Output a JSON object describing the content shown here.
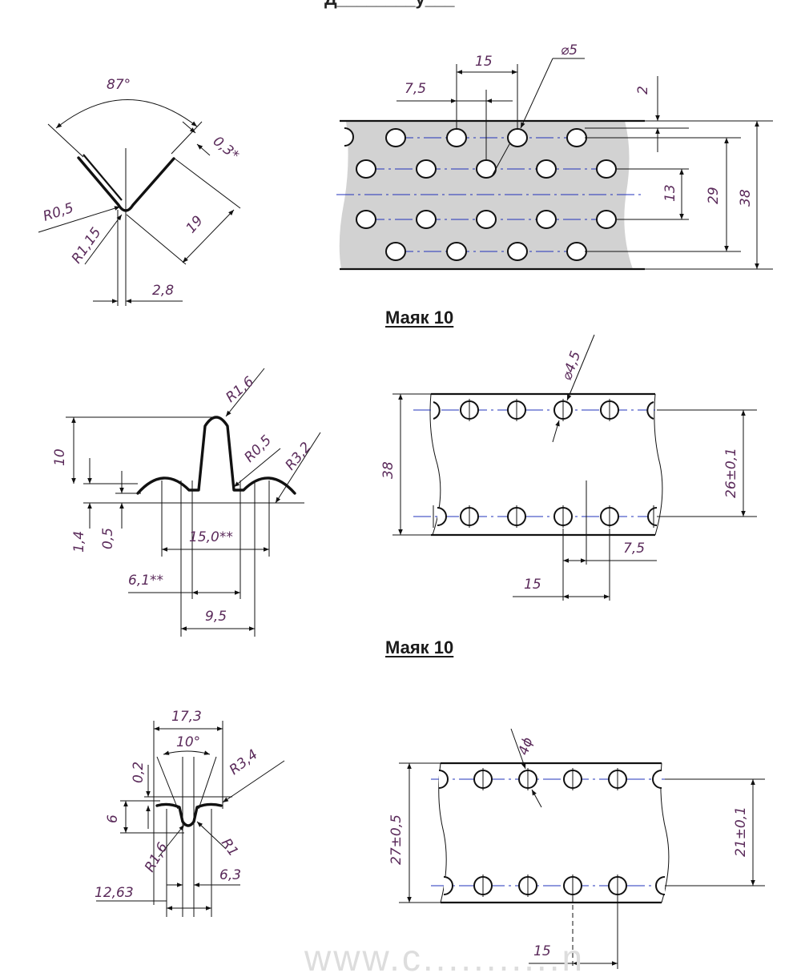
{
  "title_partial": "Д________у___",
  "headings": [
    "Маяк 10",
    "Маяк 10"
  ],
  "watermark": "www.c...........n",
  "section1": {
    "profile": {
      "angle": "87°",
      "thickness": "0,3*",
      "r_outer": "R0,5",
      "r_inner": "R1,15",
      "flange": "19",
      "width": "2,8"
    },
    "strip": {
      "pitch": "15",
      "half_pitch": "7,5",
      "hole": "⌀5",
      "edge": "2",
      "inner": "13",
      "rows_span": "29",
      "width": "38"
    }
  },
  "section2": {
    "profile": {
      "radius_top": "R1,6",
      "radius_hole": "R0,5",
      "radius_wave": "R3,2",
      "height": "10",
      "wave": "1,4",
      "thick": "0,5",
      "span": "15,0**",
      "inner": "6,1**",
      "base": "9,5"
    },
    "strip": {
      "hole": "⌀4,5",
      "width": "38",
      "rows_span": "26±0,1",
      "half_pitch": "7,5",
      "pitch": "15"
    }
  },
  "section3": {
    "profile": {
      "width": "17,3",
      "angle": "10°",
      "edge": "0,2",
      "radius_outer": "R3,4",
      "height": "6",
      "radius_left": "R1,6",
      "radius_right": "R1",
      "inner": "6,3",
      "span": "12,63"
    },
    "strip": {
      "hole": "4ϕ",
      "width": "27±0,5",
      "rows_span": "21±0,1",
      "pitch": "15"
    }
  },
  "colors": {
    "annotation": "#5a2a5a",
    "centerline": "#2233bb",
    "strip_fill": "#d2d2d2"
  }
}
